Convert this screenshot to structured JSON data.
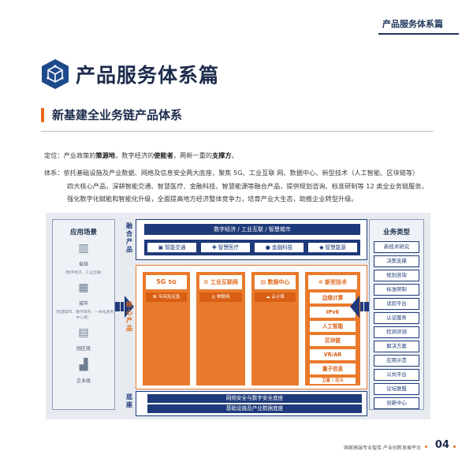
{
  "header": {
    "section_title": "产品服务体系篇"
  },
  "main_title": "产品服务体系篇",
  "section_heading": "新基建全业务链产品体系",
  "paragraphs": {
    "positioning": {
      "prefix": "定位：产业政策的",
      "b1": "策源地",
      "mid1": "，数字经济的",
      "b2": "使能者",
      "mid2": "，两新一重的",
      "b3": "支撑方",
      "suffix": "。"
    },
    "system": {
      "line1": "体系：依托基础设施及产业数据、网络及信息安全两大底座，聚焦 5G、工业互联 网、数据中心、新型技术（人工智能、区块链等）",
      "line2": "四大核心产品，深耕智能交通、智慧医疗、金融科技、智慧能源等融合产品，提供规划咨询、标准研制等 12 类全业务链服务，",
      "line3": "强化数字化赋能和智能化升级，全面提高地方经济整体竞争力，培育产业大生态，助推企业转型升级。"
    }
  },
  "diagram": {
    "left_panel": {
      "title": "应用场景",
      "scenes": [
        {
          "label": "省级",
          "sub": "（数字经济、工业互联）",
          "icon": "building-icon"
        },
        {
          "label": "城市",
          "sub": "（智慧城市、数字政务、一体化政务中心等）",
          "icon": "city-icon"
        },
        {
          "label": "园区级",
          "sub": "",
          "icon": "park-icon"
        },
        {
          "label": "企业级",
          "sub": "",
          "icon": "factory-icon"
        }
      ]
    },
    "fusion": {
      "label": "融合产品",
      "top_bar": "数字经济 / 工业互联 / 智慧城市",
      "items": [
        {
          "label": "智能交通",
          "icon": "bus-icon"
        },
        {
          "label": "智慧医疗",
          "icon": "medical-icon"
        },
        {
          "label": "金融科技",
          "icon": "finance-icon"
        },
        {
          "label": "智慧能源",
          "icon": "energy-icon"
        }
      ]
    },
    "core": {
      "label": "核心产品",
      "columns": [
        {
          "title": "5G",
          "badge": "5G",
          "sub": "专网及应急",
          "icon": "5g-icon"
        },
        {
          "title": "工业互联网",
          "sub": "物联网",
          "icon": "robot-arm-icon"
        },
        {
          "title": "数据中心",
          "sub": "云计算",
          "icon": "server-icon"
        },
        {
          "title": "新型技术",
          "icon": "gear-icon",
          "items": [
            "边缘计算",
            "IPv6",
            "人工智能",
            "区块链",
            "VR/AR",
            "量子信息",
            "卫星 / 北斗"
          ]
        }
      ]
    },
    "base": {
      "label": "底座",
      "bars": [
        "网络安全与数字安全底座",
        "基础设施及产业数据底座"
      ]
    },
    "right_panel": {
      "title": "业务类型",
      "items": [
        "新技术研究",
        "决策支撑",
        "规划咨询",
        "标准研制",
        "试验平台",
        "认证服务",
        "检测评测",
        "解决方案",
        "应用示范",
        "公共平台",
        "论坛联盟",
        "创新中心"
      ]
    },
    "colors": {
      "navy": "#1e3a7a",
      "orange": "#e97a2b",
      "panel_bg": "#e7ebf0"
    }
  },
  "footer": {
    "text": "国家高端专业智库 产业创新发展平台",
    "page": "04"
  }
}
